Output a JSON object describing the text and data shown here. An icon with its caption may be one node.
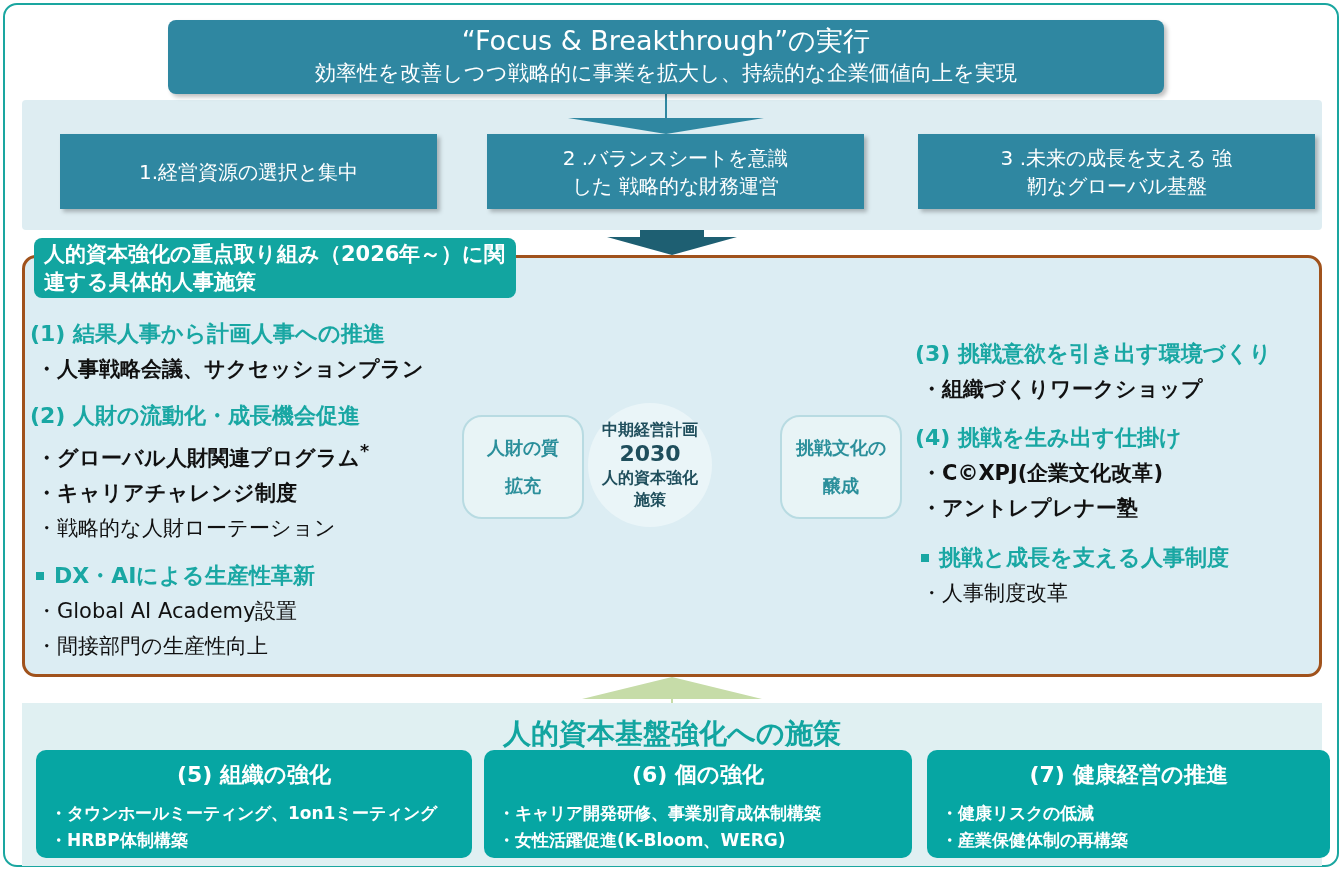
{
  "diagram": {
    "nodes": [
      {
        "text": [],
        "shape": "box"
      },
      {
        "text": [
          "“Focus & Breakthrough”の実行",
          "効率性を改善しつつ戦略的に事業を拡大し、持続的な企業価値向上を実現"
        ]
      },
      {
        "text": [
          "1.経営資源の選択と集中"
        ],
        "in": 0
      },
      {
        "text": [
          "2 .バランスシートを意識した 戦略的な財務運営"
        ],
        "in": 0
      },
      {
        "text": [
          "3 .未来の成長を支える 強靭なグローバル基盤"
        ],
        "in": 0
      },
      {
        "text": [
          "人的資本強化の重点取り組み（2026年～）に関連する具体的人事施策"
        ]
      },
      {
        "text": [
          "(1) 結果人事から計画人事への推進",
          "・人事戦略会議、サクセッションプラン"
        ],
        "in": 5
      },
      {
        "text": [
          "(2) 人財の流動化・成長機会促進",
          "・グローバル人財関連プログラム$^{*}$",
          "・キャリアチャレンジ制度",
          "・戦略的な人財ローテーション"
        ],
        "in": 5
      },
      {
        "text": [
          "DX・AIによる生産性革新",
          "・Global AI Academy設置",
          "・間接部門の生産性向上"
        ],
        "in": 5
      },
      {
        "text": [
          "人財の質",
          "拡充"
        ],
        "in": 5
      },
      {
        "text": [
          "中期経営計画",
          "2030",
          "人的資本強化施策"
        ],
        "in": 5
      },
      {
        "text": [
          "挑戦文化の",
          "醸成"
        ],
        "in": 5
      },
      {
        "text": [
          "(3) 挑戦意欲を引き出す環境づくり",
          "・組織づくりワークショップ"
        ],
        "in": 5
      },
      {
        "text": [
          "(4) 挑戦を生み出す仕掛け",
          "・C©XPJ(企業文化改革)",
          "・アントレプレナー塾"
        ],
        "in": 5
      },
      {
        "text": [
          "挑戦と成長を支える人事制度",
          "・人事制度改革"
        ],
        "in": 5
      },
      {
        "text": [
          "人的資本基盤強化への施策"
        ]
      },
      {
        "text": [
          "(5) 組織の強化",
          "・タウンホールミーティング、1on1ミーティング",
          "・HRBP体制構築"
        ],
        "in": 15
      },
      {
        "text": [
          "(6) 個の強化",
          "・キャリア開発研修、事業別育成体制構築",
          "・女性活躍促進(K-Bloom、WERG)"
        ],
        "in": 15
      },
      {
        "text": [
          "(7) 健康経営の推進",
          "・健康リスクの低減",
          "・産業保健体制の再構築"
        ],
        "in": 15
      }
    ],
    "edges": [
      {
        "from": 1,
        "to": 3,
        "arrow": "to"
      },
      {
        "from": 0,
        "to": 5,
        "arrow": "to",
        "style": "thick"
      },
      {
        "from": 15,
        "to": 5,
        "arrow": "to",
        "color": "#c6dca8"
      }
    ]
  }
}
